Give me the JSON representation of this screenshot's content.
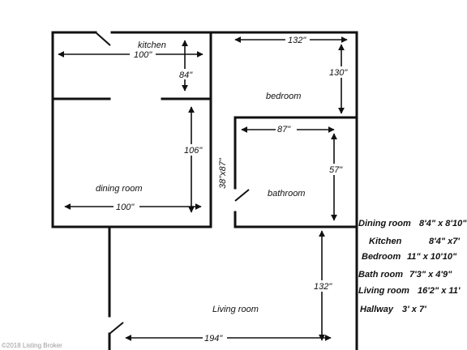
{
  "rooms": {
    "kitchen": "kitchen",
    "bedroom": "bedroom",
    "dining": "dining room",
    "bathroom": "bathroom",
    "living": "Living room"
  },
  "dimensions": {
    "kitchen_width": "100\"",
    "kitchen_depth": "84\"",
    "bedroom_width": "132\"",
    "bedroom_depth": "130\"",
    "bath_width": "87\"",
    "bath_depth": "57\"",
    "dining_depth": "106\"",
    "dining_width": "100\"",
    "hall": "38\"x87\"",
    "living_depth": "132\"",
    "living_width": "194\""
  },
  "legend": [
    {
      "name": "Dining room",
      "size": "8'4\" x 8'10\""
    },
    {
      "name": "Kitchen",
      "size": "8'4\" x7'"
    },
    {
      "name": "Bedroom",
      "size": "11\" x 10'10\""
    },
    {
      "name": "Bath room",
      "size": "7'3\"  x 4'9\""
    },
    {
      "name": "Living room",
      "size": "16'2\" x 11'"
    },
    {
      "name": "Hallway",
      "size": "3' x 7'"
    }
  ],
  "watermark": "©2018 Listing Broker"
}
